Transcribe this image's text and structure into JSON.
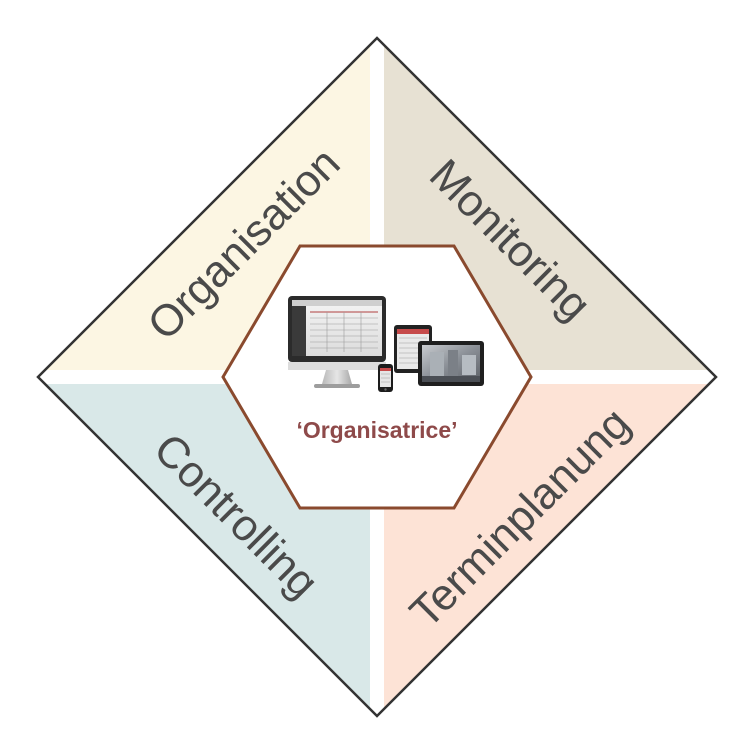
{
  "diagram": {
    "quadrants": {
      "top_left": {
        "label": "Organisation",
        "color": "#fcf6e3"
      },
      "top_right": {
        "label": "Monitoring",
        "color": "#e7e1d3"
      },
      "bottom_left": {
        "label": "Controlling",
        "color": "#d9e8e8"
      },
      "bottom_right": {
        "label": "Terminplanung",
        "color": "#fde3d6"
      }
    },
    "center": {
      "title": "‘Organisatrice’",
      "border_color": "#8a4a2e",
      "title_color": "#8e4a4a",
      "icon": "devices-icon"
    },
    "outline_color": "#333333",
    "divider_color": "#ffffff"
  }
}
